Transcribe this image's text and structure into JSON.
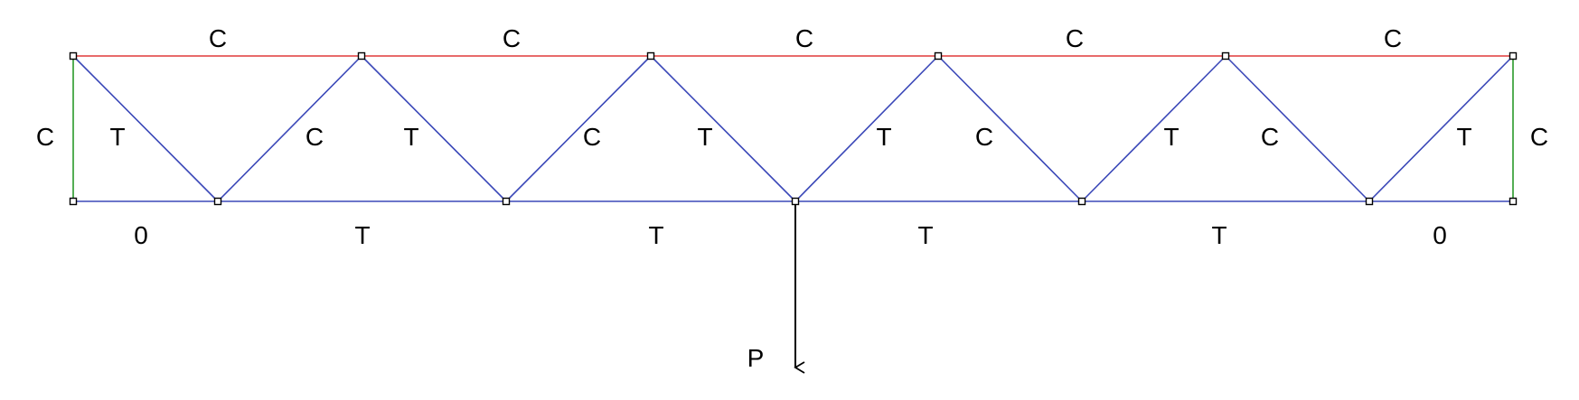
{
  "colors": {
    "top_chord": "#e03a3a",
    "bottom_chord": "#3b48b8",
    "diagonal": "#3b48b8",
    "vertical": "#2a9a2a",
    "load_arrow": "#000000",
    "node_fill": "#ffffff",
    "node_stroke": "#000000"
  },
  "truss": {
    "top_chord_forces": [
      "C",
      "C",
      "C",
      "C",
      "C"
    ],
    "bottom_chord_forces": [
      "0",
      "T",
      "T",
      "T",
      "T",
      "0"
    ],
    "diagonal_forces": [
      "T",
      "C",
      "T",
      "C",
      "T",
      "T",
      "C",
      "T",
      "C",
      "T"
    ],
    "left_vertical_force": "C",
    "right_vertical_force": "C"
  },
  "load": {
    "label": "P",
    "direction": "down"
  }
}
